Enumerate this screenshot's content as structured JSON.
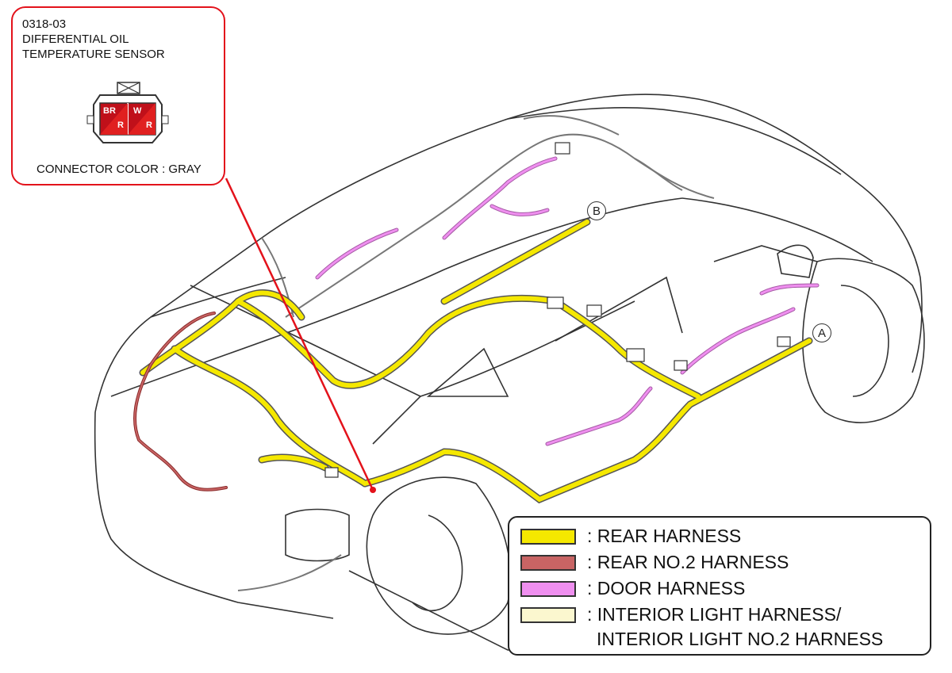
{
  "callout": {
    "code": "0318-03",
    "name_line1": "DIFFERENTIAL OIL",
    "name_line2": "TEMPERATURE SENSOR",
    "connector_color": "CONNECTOR COLOR : GRAY",
    "pins": [
      {
        "top": "BR",
        "bottom": "R"
      },
      {
        "top": "W",
        "bottom": "R"
      }
    ]
  },
  "markers": {
    "a": "A",
    "b": "B"
  },
  "legend": {
    "items": [
      {
        "label": ": REAR HARNESS",
        "color": "#f5e800"
      },
      {
        "label": ": REAR NO.2 HARNESS",
        "color": "#c86464"
      },
      {
        "label": ": DOOR HARNESS",
        "color": "#ef8fef"
      },
      {
        "label": ": INTERIOR LIGHT HARNESS/",
        "color": "#fbf7cf"
      }
    ],
    "continuation": "INTERIOR LIGHT NO.2 HARNESS"
  },
  "colors": {
    "rear_harness": "#f5e800",
    "rear_no2_harness": "#c86464",
    "door_harness": "#ef8fef",
    "interior_light_harness": "#fbf7cf",
    "callout_border": "#e3121b",
    "outline": "#222222"
  }
}
